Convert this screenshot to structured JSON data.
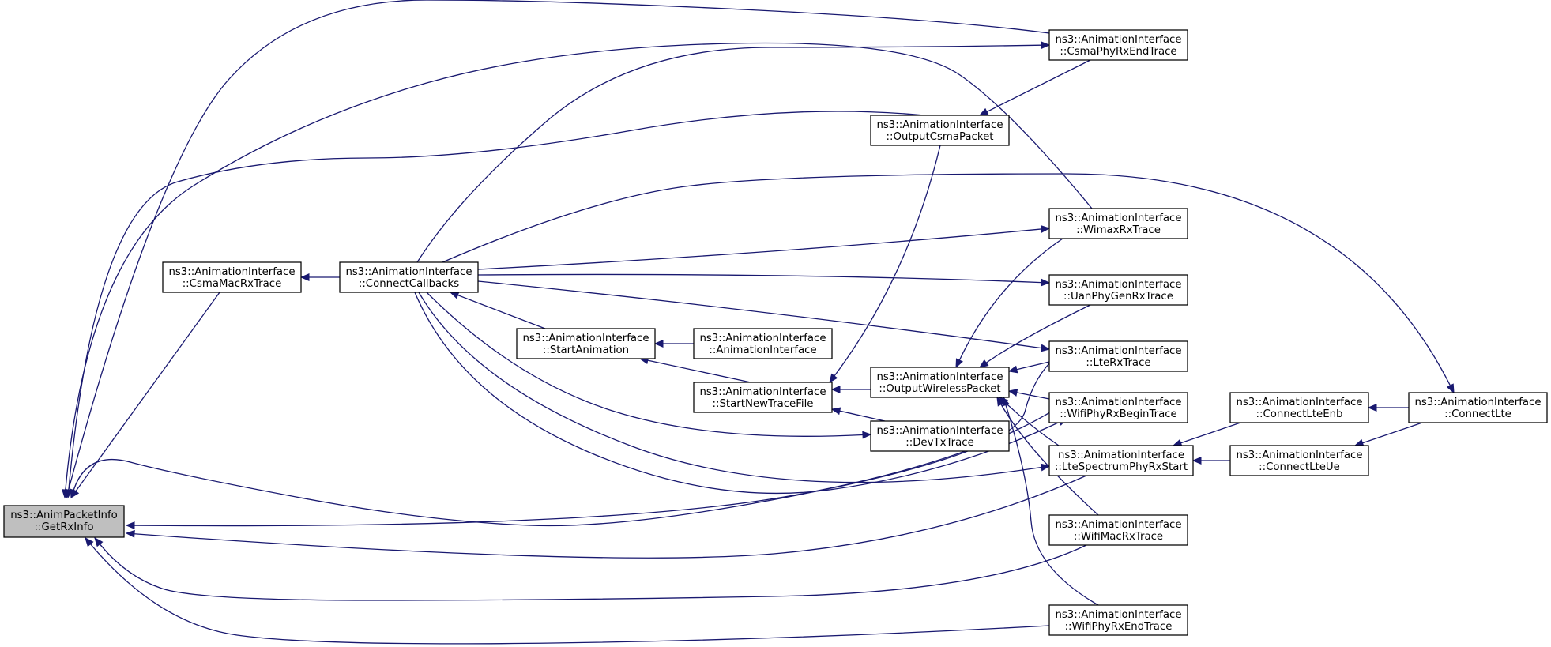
{
  "nodes": {
    "getrxinfo": {
      "line1": "ns3::AnimPacketInfo",
      "line2": "::GetRxInfo",
      "root": true
    },
    "csmamacrx": {
      "line1": "ns3::AnimationInterface",
      "line2": "::CsmaMacRxTrace"
    },
    "connectcb": {
      "line1": "ns3::AnimationInterface",
      "line2": "::ConnectCallbacks"
    },
    "startanim": {
      "line1": "ns3::AnimationInterface",
      "line2": "::StartAnimation"
    },
    "animiface": {
      "line1": "ns3::AnimationInterface",
      "line2": "::AnimationInterface"
    },
    "startnewtrace": {
      "line1": "ns3::AnimationInterface",
      "line2": "::StartNewTraceFile"
    },
    "outputcsma": {
      "line1": "ns3::AnimationInterface",
      "line2": "::OutputCsmaPacket"
    },
    "outputwireless": {
      "line1": "ns3::AnimationInterface",
      "line2": "::OutputWirelessPacket"
    },
    "devtx": {
      "line1": "ns3::AnimationInterface",
      "line2": "::DevTxTrace"
    },
    "csmaphyrxend": {
      "line1": "ns3::AnimationInterface",
      "line2": "::CsmaPhyRxEndTrace"
    },
    "wimaxrx": {
      "line1": "ns3::AnimationInterface",
      "line2": "::WimaxRxTrace"
    },
    "uanphygenrx": {
      "line1": "ns3::AnimationInterface",
      "line2": "::UanPhyGenRxTrace"
    },
    "lterx": {
      "line1": "ns3::AnimationInterface",
      "line2": "::LteRxTrace"
    },
    "wifiphyrxbegin": {
      "line1": "ns3::AnimationInterface",
      "line2": "::WifiPhyRxBeginTrace"
    },
    "ltespectrum": {
      "line1": "ns3::AnimationInterface",
      "line2": "::LteSpectrumPhyRxStart"
    },
    "wifimacrx": {
      "line1": "ns3::AnimationInterface",
      "line2": "::WifiMacRxTrace"
    },
    "wifiphyrxend": {
      "line1": "ns3::AnimationInterface",
      "line2": "::WifiPhyRxEndTrace"
    },
    "connectlteenb": {
      "line1": "ns3::AnimationInterface",
      "line2": "::ConnectLteEnb"
    },
    "connectlteue": {
      "line1": "ns3::AnimationInterface",
      "line2": "::ConnectLteUe"
    },
    "connectlte": {
      "line1": "ns3::AnimationInterface",
      "line2": "::ConnectLte"
    }
  },
  "edges": [
    {
      "from": "csmamacrx",
      "to": "getrxinfo"
    },
    {
      "from": "csmaphyrxend",
      "to": "getrxinfo"
    },
    {
      "from": "outputcsma",
      "to": "getrxinfo"
    },
    {
      "from": "wimaxrx",
      "to": "getrxinfo"
    },
    {
      "from": "wifiphyrxbegin",
      "to": "getrxinfo"
    },
    {
      "from": "ltespectrum",
      "to": "getrxinfo"
    },
    {
      "from": "lterx",
      "to": "getrxinfo"
    },
    {
      "from": "wifimacrx",
      "to": "getrxinfo"
    },
    {
      "from": "wifiphyrxend",
      "to": "getrxinfo"
    },
    {
      "from": "connectcb",
      "to": "csmamacrx"
    },
    {
      "from": "connectcb",
      "to": "csmaphyrxend"
    },
    {
      "from": "connectcb",
      "to": "wimaxrx"
    },
    {
      "from": "connectcb",
      "to": "uanphygenrx"
    },
    {
      "from": "connectcb",
      "to": "lterx"
    },
    {
      "from": "connectcb",
      "to": "wifiphyrxbegin"
    },
    {
      "from": "connectcb",
      "to": "ltespectrum"
    },
    {
      "from": "connectcb",
      "to": "devtx"
    },
    {
      "from": "connectcb",
      "to": "connectlte"
    },
    {
      "from": "startanim",
      "to": "connectcb"
    },
    {
      "from": "animiface",
      "to": "startanim"
    },
    {
      "from": "startnewtrace",
      "to": "startanim"
    },
    {
      "from": "outputcsma",
      "to": "startnewtrace"
    },
    {
      "from": "outputwireless",
      "to": "startnewtrace"
    },
    {
      "from": "devtx",
      "to": "startnewtrace"
    },
    {
      "from": "csmaphyrxend",
      "to": "outputcsma"
    },
    {
      "from": "wimaxrx",
      "to": "outputwireless"
    },
    {
      "from": "uanphygenrx",
      "to": "outputwireless"
    },
    {
      "from": "lterx",
      "to": "outputwireless"
    },
    {
      "from": "wifiphyrxbegin",
      "to": "outputwireless"
    },
    {
      "from": "ltespectrum",
      "to": "outputwireless"
    },
    {
      "from": "wifimacrx",
      "to": "outputwireless"
    },
    {
      "from": "wifiphyrxend",
      "to": "outputwireless"
    },
    {
      "from": "connectlteenb",
      "to": "ltespectrum"
    },
    {
      "from": "connectlteue",
      "to": "ltespectrum"
    },
    {
      "from": "connectlte",
      "to": "connectlteenb"
    },
    {
      "from": "connectlte",
      "to": "connectlteue"
    }
  ]
}
